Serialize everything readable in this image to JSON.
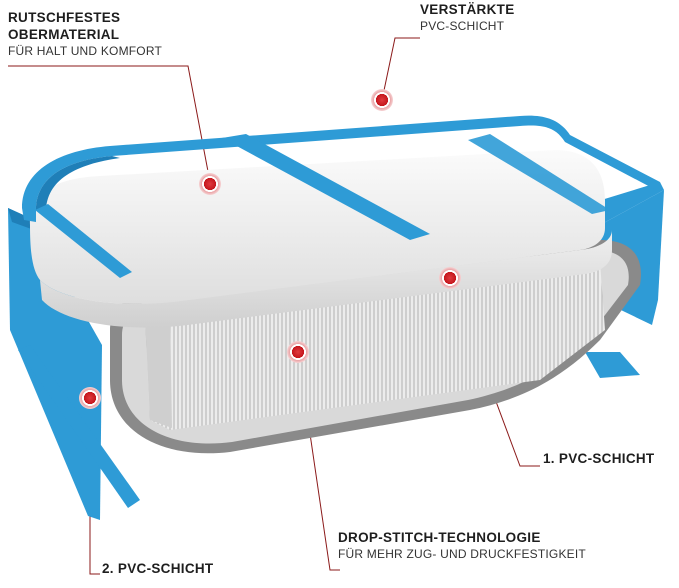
{
  "labels": {
    "top_material": {
      "title_line1": "RUTSCHFESTES",
      "title_line2": "OBERMATERIAL",
      "subtitle": "FÜR HALT UND KOMFORT"
    },
    "reinforced": {
      "title": "VERSTÄRKTE",
      "subtitle": "PVC-SCHICHT"
    },
    "pvc_layer_1": {
      "title": "1. PVC-SCHICHT"
    },
    "drop_stitch": {
      "title": "DROP-STITCH-TECHNOLOGIE",
      "subtitle": "FÜR MEHR ZUG- UND DRUCKFESTIGKEIT"
    },
    "pvc_layer_2": {
      "title": "2. PVC-SCHICHT"
    }
  },
  "colors": {
    "pvc_blue": "#2e9bd6",
    "pvc_blue_dark": "#1f7fb8",
    "top_material": "#f2f2f2",
    "marker_red": "#c4161c",
    "leader_line": "#8b1a1a"
  }
}
